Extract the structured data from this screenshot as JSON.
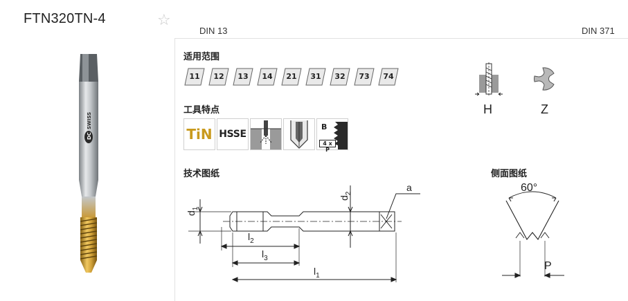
{
  "header": {
    "product_title": "FTN320TN-4",
    "favorite_symbol": "☆",
    "standard_left": "DIN 13",
    "standard_right": "DIN 371"
  },
  "product_image": {
    "brand_text": "DC SWISS"
  },
  "application_range": {
    "heading": "适用范围",
    "codes": [
      "11",
      "12",
      "13",
      "14",
      "21",
      "31",
      "32",
      "73",
      "74"
    ]
  },
  "tool_features": {
    "heading": "工具特点",
    "coating_label": "TiN",
    "material_label": "HSSE",
    "chamfer_form_label": "B",
    "chamfer_length_label": "4 x P",
    "icons": [
      "tin-coating-icon",
      "hsse-material-icon",
      "coolant-icon",
      "blind-hole-icon",
      "chamfer-form-icon"
    ]
  },
  "hole_type": {
    "letter_h": "H",
    "letter_z": "Z",
    "icons": [
      "through-hole-icon",
      "flute-section-icon"
    ]
  },
  "technical_drawing": {
    "heading": "技术图纸",
    "labels": {
      "d1": "d",
      "d1_sub": "1",
      "d2": "d",
      "d2_sub": "2",
      "a": "a",
      "l1": "l",
      "l1_sub": "1",
      "l2": "l",
      "l2_sub": "2",
      "l3": "l",
      "l3_sub": "3"
    }
  },
  "side_view": {
    "heading": "侧面图纸",
    "angle_label": "60°",
    "pitch_label": "P"
  },
  "colors": {
    "gold": "#c99a1e",
    "steel": "#9aa0a6",
    "divider": "#e2e2e2"
  }
}
